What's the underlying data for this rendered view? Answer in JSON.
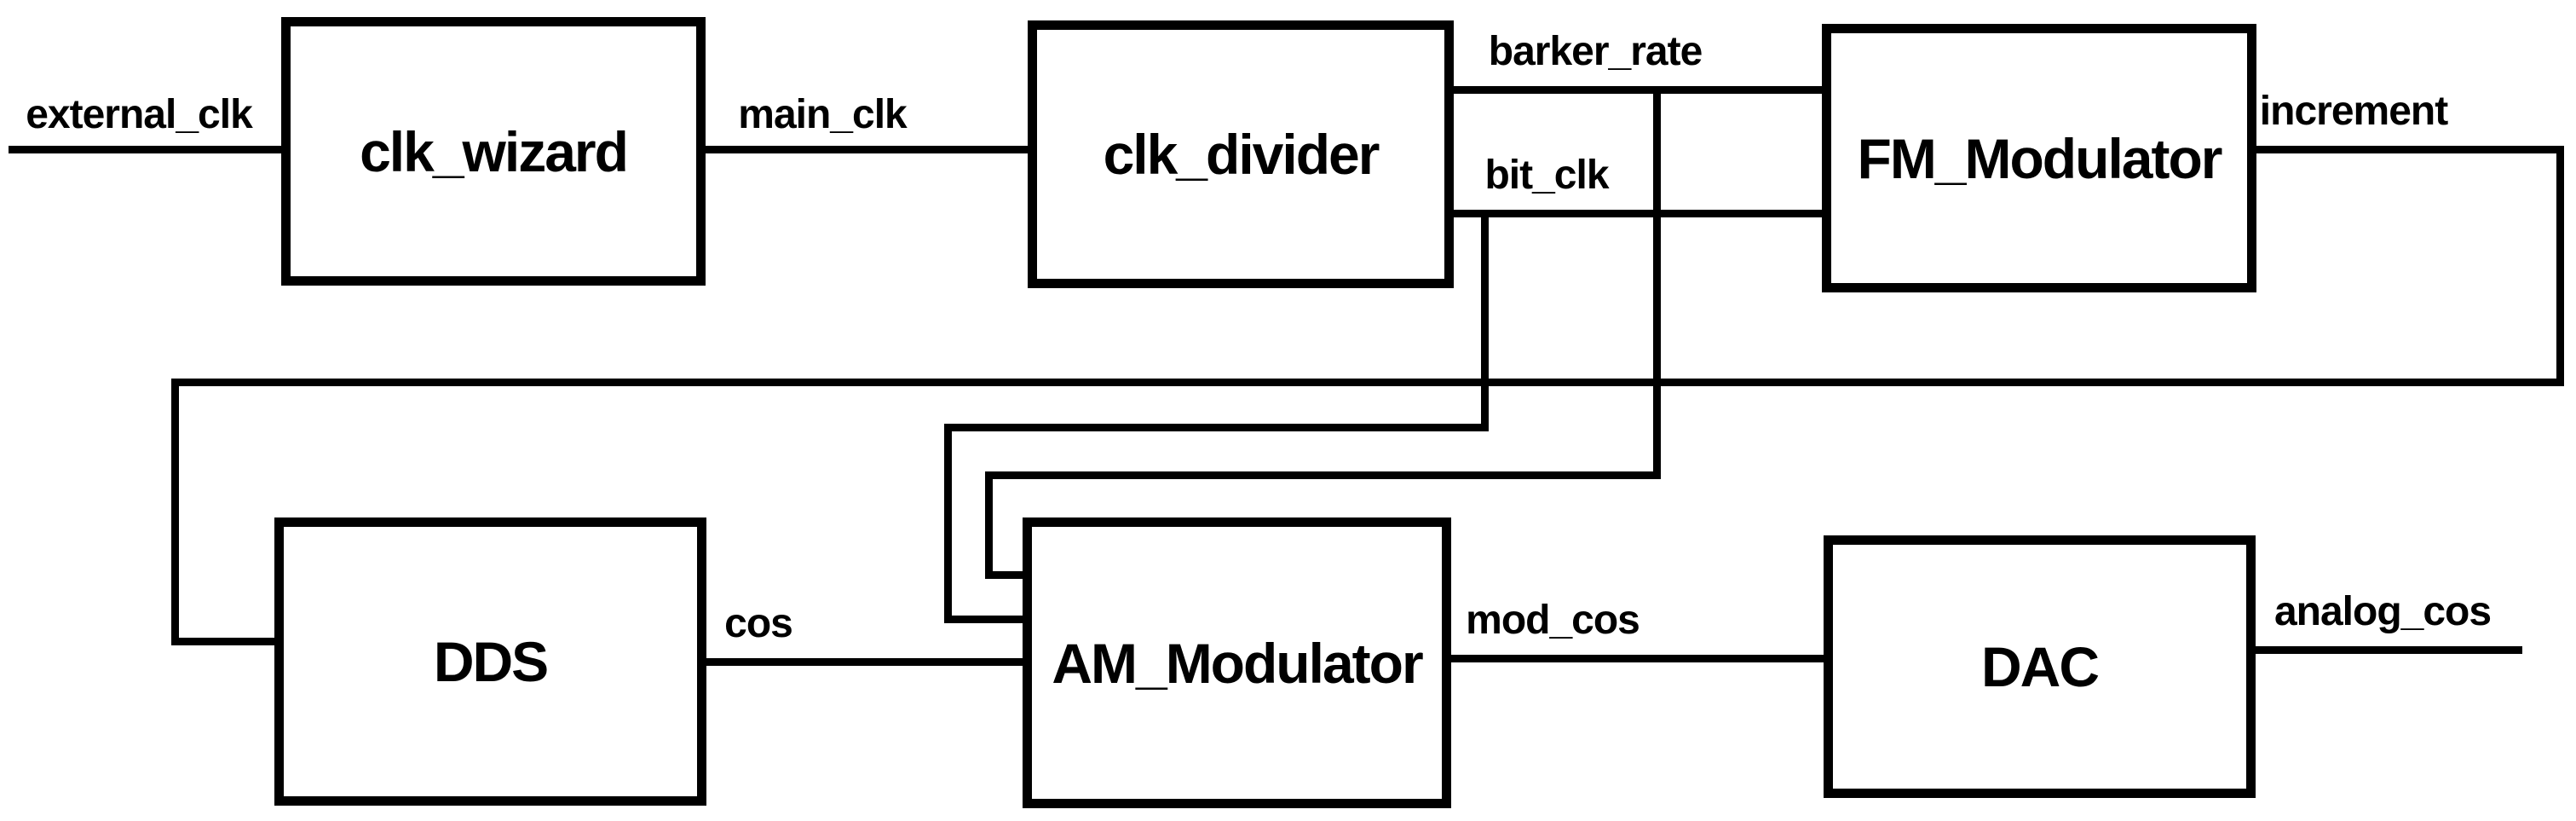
{
  "diagram": {
    "blocks": {
      "clk_wizard": "clk_wizard",
      "clk_divider": "clk_divider",
      "fm_modulator": "FM_Modulator",
      "dds": "DDS",
      "am_modulator": "AM_Modulator",
      "dac": "DAC"
    },
    "signals": {
      "external_clk": "external_clk",
      "main_clk": "main_clk",
      "barker_rate": "barker_rate",
      "bit_clk": "bit_clk",
      "increment": "increment",
      "cos": "cos",
      "mod_cos": "mod_cos",
      "analog_cos": "analog_cos"
    },
    "connections": [
      {
        "from": "input",
        "signal": "external_clk",
        "to": "clk_wizard"
      },
      {
        "from": "clk_wizard",
        "signal": "main_clk",
        "to": "clk_divider"
      },
      {
        "from": "clk_divider",
        "signal": "barker_rate",
        "to": "FM_Modulator"
      },
      {
        "from": "clk_divider",
        "signal": "barker_rate",
        "to": "AM_Modulator"
      },
      {
        "from": "clk_divider",
        "signal": "bit_clk",
        "to": "FM_Modulator"
      },
      {
        "from": "clk_divider",
        "signal": "bit_clk",
        "to": "AM_Modulator"
      },
      {
        "from": "FM_Modulator",
        "signal": "increment",
        "to": "DDS"
      },
      {
        "from": "DDS",
        "signal": "cos",
        "to": "AM_Modulator"
      },
      {
        "from": "AM_Modulator",
        "signal": "mod_cos",
        "to": "DAC"
      },
      {
        "from": "DAC",
        "signal": "analog_cos",
        "to": "output"
      }
    ]
  },
  "colors": {
    "line": "#000000",
    "background": "#ffffff",
    "text": "#000000"
  }
}
